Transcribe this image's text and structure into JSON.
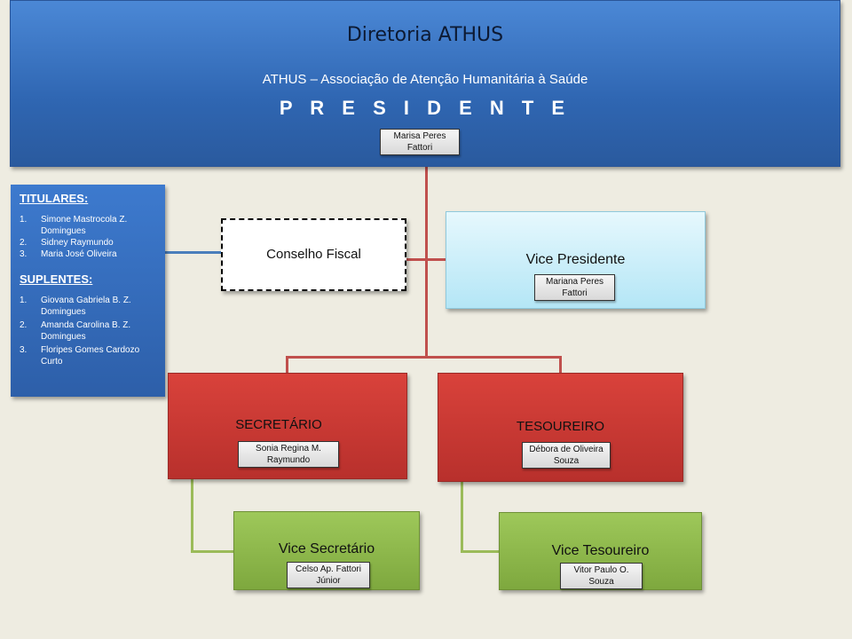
{
  "header": {
    "title": "Diretoria ATHUS",
    "subtitle": "ATHUS – Associação de Atenção Humanitária à Saúde",
    "role": "P R E S I D E N T E",
    "name1": "Marisa Peres",
    "name2": "Fattori"
  },
  "conselho": {
    "titulares_label": "TITULARES:",
    "titulares": [
      {
        "n": "1.",
        "name": "Simone Mastrocola Z. Domingues"
      },
      {
        "n": "2.",
        "name": "Sidney Raymundo"
      },
      {
        "n": "3.",
        "name": "Maria José Oliveira"
      }
    ],
    "suplentes_label": "SUPLENTES:",
    "suplentes": [
      {
        "n": "1.",
        "name": "Giovana Gabriela B. Z. Domingues"
      },
      {
        "n": "2.",
        "name": "Amanda Carolina B. Z. Domingues"
      },
      {
        "n": "3.",
        "name": "Floripes Gomes Cardozo Curto"
      }
    ],
    "box_label": "Conselho Fiscal"
  },
  "vice_presidente": {
    "role": "Vice Presidente",
    "name1": "Mariana Peres",
    "name2": "Fattori"
  },
  "secretario": {
    "role": "SECRETÁRIO",
    "name1": "Sonia Regina M.",
    "name2": "Raymundo"
  },
  "tesoureiro": {
    "role": "TESOUREIRO",
    "name1": "Débora de Oliveira",
    "name2": "Souza"
  },
  "vice_secretario": {
    "role": "Vice Secretário",
    "name1": "Celso Ap. Fattori",
    "name2": "Júnior"
  },
  "vice_tesoureiro": {
    "role": "Vice Tesoureiro",
    "name1": "Vitor Paulo O.",
    "name2": "Souza"
  }
}
